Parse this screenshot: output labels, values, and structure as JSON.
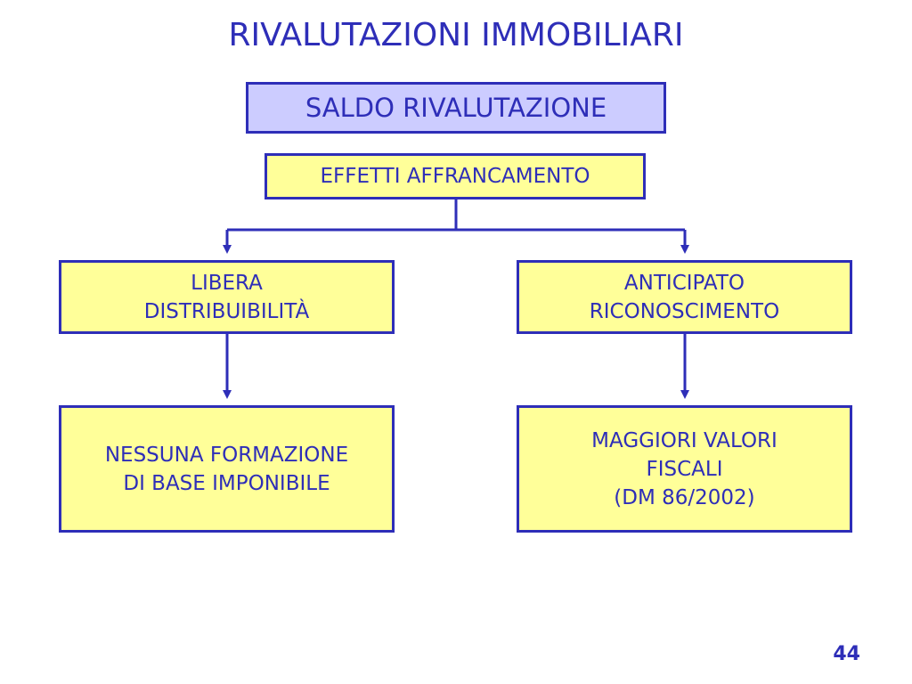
{
  "slide": {
    "title": "RIVALUTAZIONI IMMOBILIARI",
    "page_number": "44"
  },
  "nodes": {
    "saldo": "SALDO RIVALUTAZIONE",
    "effetti": "EFFETTI AFFRANCAMENTO",
    "libera": "LIBERA\nDISTRIBUIBILITÀ",
    "anticipato": "ANTICIPATO\nRICONOSCIMENTO",
    "nessuna": "NESSUNA FORMAZIONE\nDI BASE IMPONIBILE",
    "maggiori": "MAGGIORI VALORI\nFISCALI\n(DM 86/2002)"
  },
  "colors": {
    "text_and_borders": "#2e2eb8",
    "header_box_fill": "#ccccff",
    "node_box_fill": "#ffff99",
    "background": "#ffffff"
  }
}
